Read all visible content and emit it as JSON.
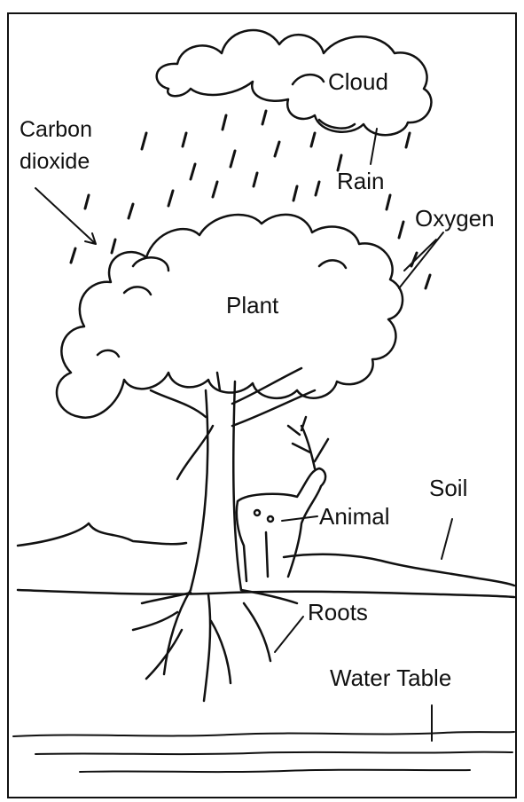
{
  "labels": {
    "cloud": "Cloud",
    "carbon_line1": "Carbon",
    "carbon_line2": "dioxide",
    "rain": "Rain",
    "oxygen": "Oxygen",
    "plant": "Plant",
    "soil": "Soil",
    "animal": "Animal",
    "roots": "Roots",
    "water_table": "Water Table"
  },
  "colors": {
    "ink": "#111111",
    "paper": "#ffffff"
  }
}
